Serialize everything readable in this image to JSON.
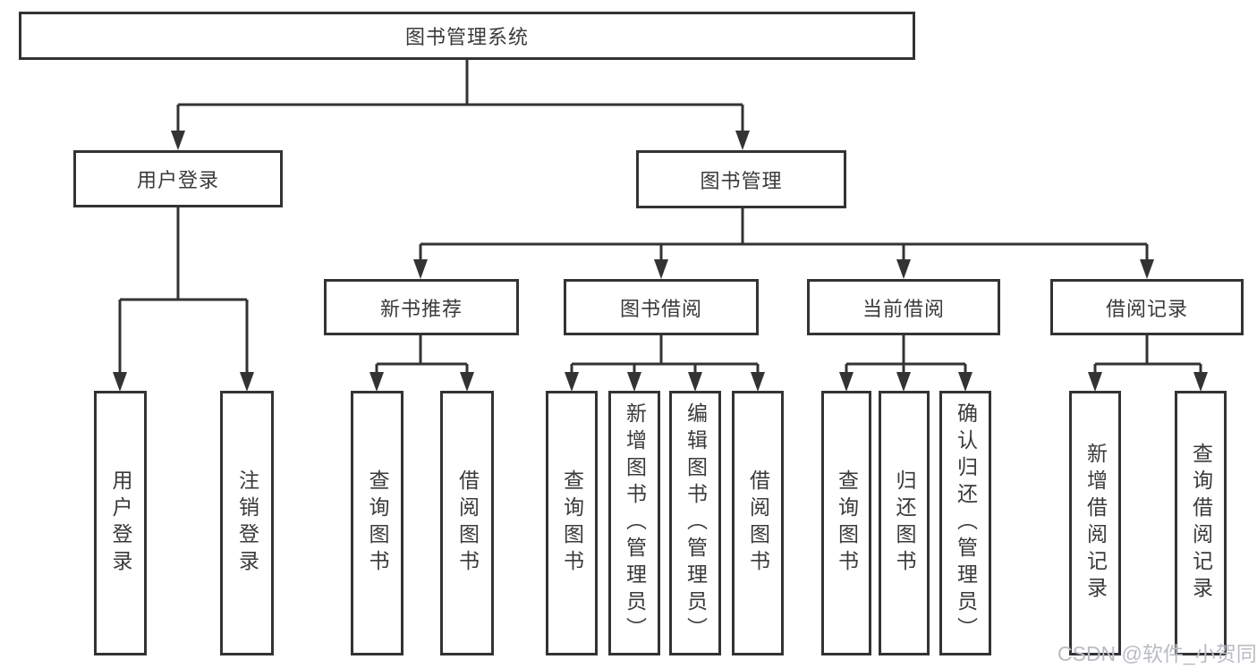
{
  "tree": {
    "root": "图书管理系统",
    "branches": [
      {
        "label": "用户登录",
        "children": [
          "用户登录",
          "注销登录"
        ]
      },
      {
        "label": "图书管理",
        "children": [
          {
            "label": "新书推荐",
            "children": [
              "查询图书",
              "借阅图书"
            ]
          },
          {
            "label": "图书借阅",
            "children": [
              "查询图书",
              "新增图书（管理员）",
              "编辑图书（管理员）",
              "借阅图书"
            ]
          },
          {
            "label": "当前借阅",
            "children": [
              "查询图书",
              "归还图书",
              "确认归还（管理员）"
            ]
          },
          {
            "label": "借阅记录",
            "children": [
              "新增借阅记录",
              "查询借阅记录"
            ]
          }
        ]
      }
    ]
  },
  "watermark": "CSDN @软件_小贺同学",
  "colors": {
    "line": "#333333",
    "text": "#3a3a3a",
    "watermark": "#b9bdc3"
  }
}
